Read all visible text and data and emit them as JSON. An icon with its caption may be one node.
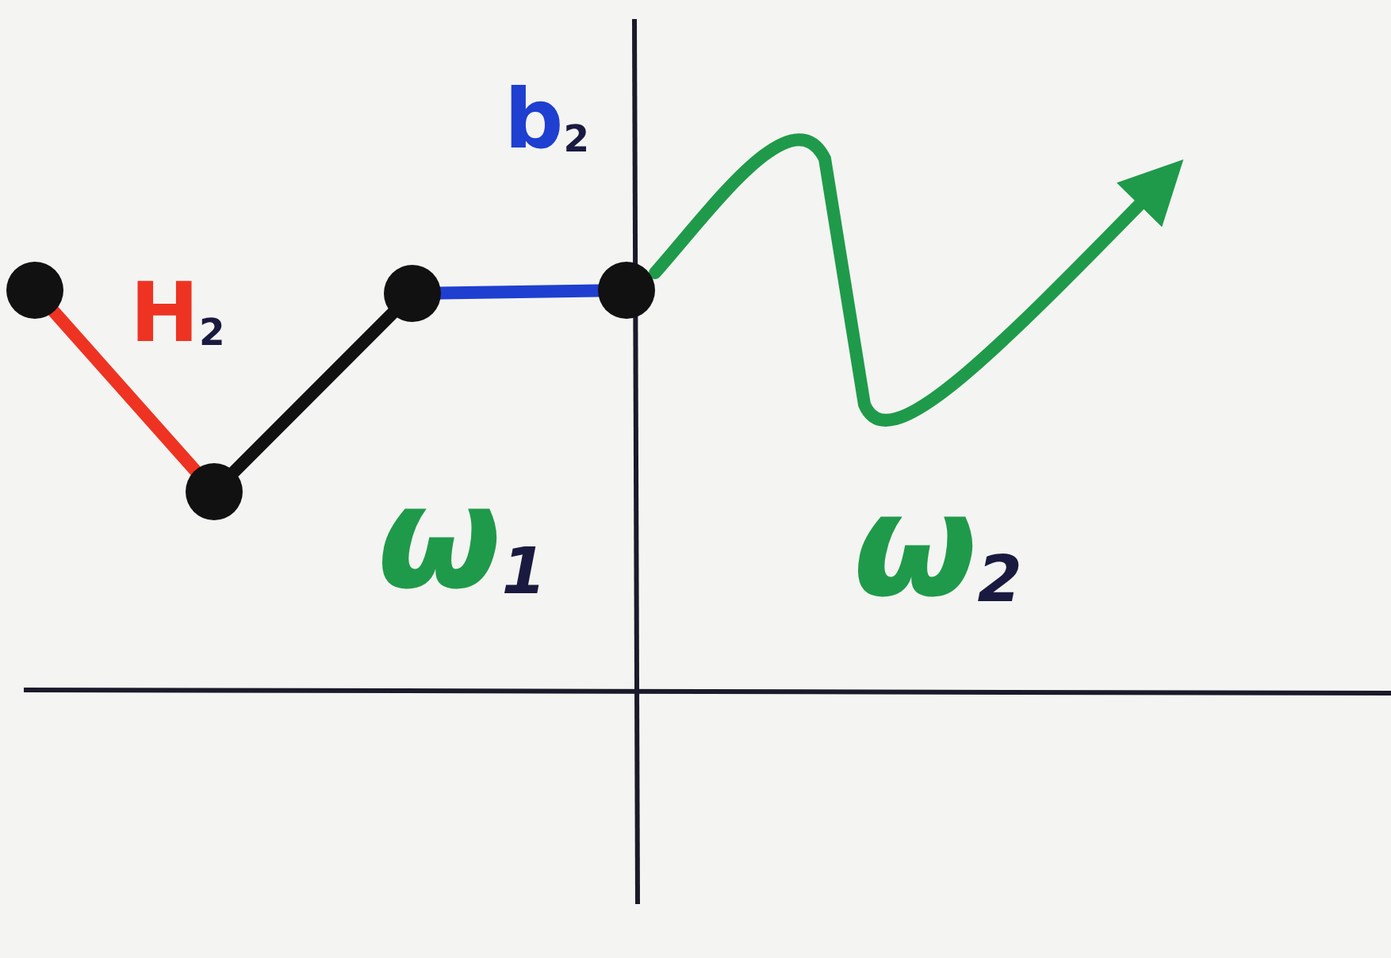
{
  "diagram": {
    "nodes": [
      {
        "text": [],
        "shape": "circle"
      },
      {
        "text": [],
        "shape": "circle"
      },
      {
        "text": [],
        "shape": "circle"
      },
      {
        "text": [],
        "shape": "circle"
      }
    ],
    "edges": [
      {
        "from": 0,
        "to": 1,
        "arrow": "none",
        "label": "H$_{2}$",
        "color": "#ee3322"
      },
      {
        "from": 1,
        "to": 2,
        "arrow": "none",
        "color": "#111111"
      },
      {
        "from": 2,
        "to": 3,
        "arrow": "none",
        "label": "b$_{2}$",
        "color": "#1e3fd0"
      },
      {
        "from": 3,
        "to": null,
        "arrow": "to",
        "color": "#1f9a4a"
      }
    ],
    "labels": [
      "ω$_{1}$",
      "ω$_{2}$"
    ]
  }
}
